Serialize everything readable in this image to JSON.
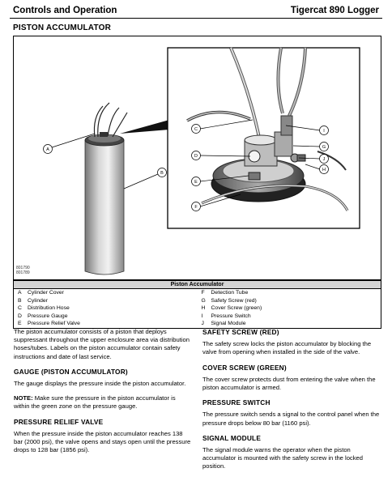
{
  "header": {
    "left_title": "Controls and Operation",
    "right_title": "Tigercat 890 Logger"
  },
  "section_title": "PISTON ACCUMULATOR",
  "figure": {
    "callouts": [
      "A",
      "B",
      "C",
      "D",
      "E",
      "F",
      "G",
      "H",
      "I",
      "J"
    ],
    "figure_numbers": [
      "801790",
      "801789"
    ]
  },
  "legend": {
    "title": "Piston Accumulator",
    "left": [
      {
        "letter": "A",
        "label": "Cylinder Cover"
      },
      {
        "letter": "B",
        "label": "Cylinder"
      },
      {
        "letter": "C",
        "label": "Distribution Hose"
      },
      {
        "letter": "D",
        "label": "Pressure Gauge"
      },
      {
        "letter": "E",
        "label": "Pressure Relief Valve"
      }
    ],
    "right": [
      {
        "letter": "F",
        "label": "Detection Tube"
      },
      {
        "letter": "G",
        "label": "Safety Screw (red)"
      },
      {
        "letter": "H",
        "label": "Cover Screw (green)"
      },
      {
        "letter": "I",
        "label": "Pressure Switch"
      },
      {
        "letter": "J",
        "label": "Signal Module"
      }
    ]
  },
  "body": {
    "intro": "The piston accumulator consists of a piston that deploys suppressant throughout the upper enclosure area via distribution hoses/tubes. Labels on the piston accumulator contain safety instructions and date of last service.",
    "gauge_heading": "GAUGE (PISTON ACCUMULATOR)",
    "gauge_text": "The gauge displays the pressure inside the piston accumulator.",
    "note_label": "NOTE:",
    "note_text": " Make sure the pressure in the piston accumulator is within the green zone on the pressure gauge.",
    "relief_heading": "PRESSURE RELIEF VALVE",
    "relief_text": "When the pressure inside the piston accumulator reaches 138 bar (2000 psi), the valve opens and stays open until the pressure drops to 128 bar (1856 psi).",
    "safety_heading": "SAFETY SCREW (RED)",
    "safety_text": "The safety screw locks the piston accumulator by blocking the valve from opening when installed in the side of the valve.",
    "cover_heading": "COVER SCREW (GREEN)",
    "cover_text": "The cover screw protects dust from entering the valve when the piston accumulator is armed.",
    "switch_heading": "PRESSURE SWITCH",
    "switch_text": "The pressure switch sends a signal to the control panel when the pressure drops below 80 bar (1160 psi).",
    "module_heading": "SIGNAL MODULE",
    "module_text": "The signal module warns the operator when the piston accumulator is mounted with the safety screw in the locked position."
  }
}
